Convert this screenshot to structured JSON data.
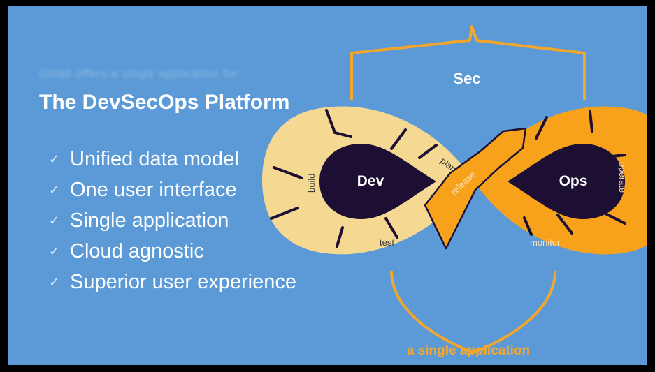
{
  "slide": {
    "subtitle": "Gitlab offers a single application for",
    "title": "The DevSecOps Platform",
    "check_icon": "checkmark-icon",
    "features": [
      "Unified data model",
      "One user interface",
      "Single application",
      "Cloud agnostic",
      "Superior user experience"
    ]
  },
  "diagram": {
    "sec_label": "Sec",
    "dev_label": "Dev",
    "ops_label": "Ops",
    "stages": {
      "plan": "plan",
      "build": "build",
      "test": "test",
      "release": "release",
      "operate": "operate",
      "monitor": "monitor"
    },
    "caption": "a single application",
    "colors": {
      "background": "#5b9ad6",
      "dev_loop": "#f5d992",
      "ops_loop": "#f7a21a",
      "center": "#1c0f33",
      "shield": "#f2a62d",
      "caption": "#f4a72c"
    }
  }
}
